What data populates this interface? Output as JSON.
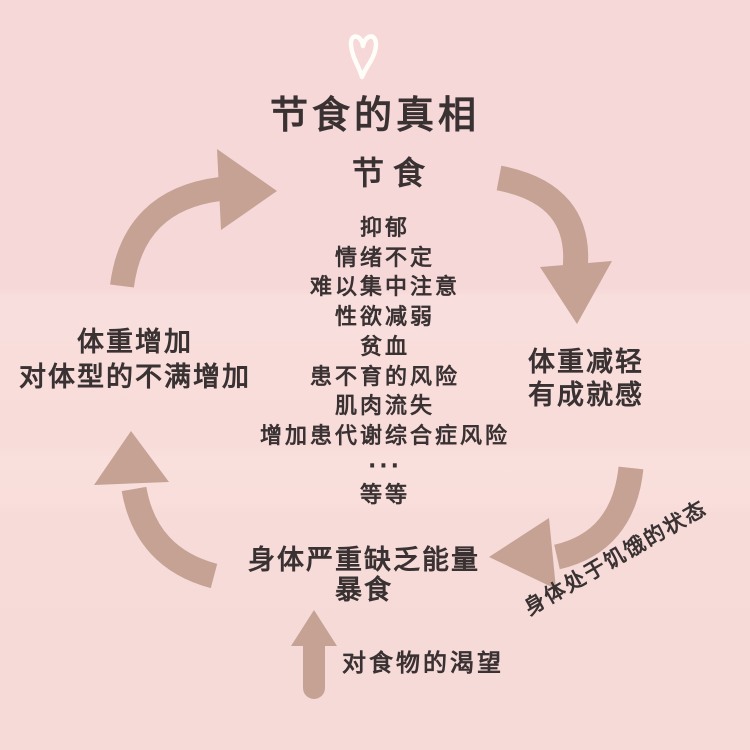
{
  "title": "节食的真相",
  "colors": {
    "background": "#f6d9d8",
    "arrow": "#c5a294",
    "text": "#393132",
    "heart": "#fffdf8"
  },
  "cycle": {
    "top": "节食",
    "right": [
      "体重减轻",
      "有成就感"
    ],
    "bottom": [
      "身体严重缺乏能量",
      "暴食"
    ],
    "left": [
      "体重增加",
      "对体型的不满增加"
    ]
  },
  "effects": [
    "抑郁",
    "情绪不定",
    "难以集中注意",
    "性欲减弱",
    "贫血",
    "患不育的风险",
    "肌肉流失",
    "增加患代谢综合症风险",
    "···",
    "等等"
  ],
  "annotations": {
    "craving": "对食物的渴望",
    "starvation": "身体处于饥饿的状态"
  }
}
